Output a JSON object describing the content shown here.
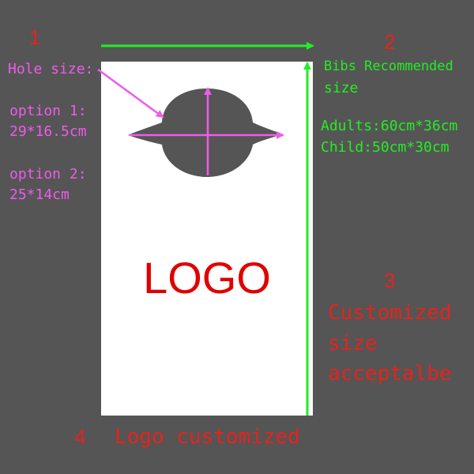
{
  "labels": {
    "n1": "1",
    "n2": "2",
    "n3": "3",
    "n4": "4"
  },
  "hole": {
    "title": "Hole size:",
    "option1_title": "option 1:",
    "option1_value": "29*16.5cm",
    "option2_title": "option 2:",
    "option2_value": "25*14cm"
  },
  "recommended": {
    "line1": "Bibs Recommended",
    "line2": "size",
    "adults": "Adults:60cm*36cm",
    "child": "Child:50cm*30cm"
  },
  "customized": {
    "line1": "Customized",
    "line2": "size",
    "line3": "acceptalbe"
  },
  "logo": {
    "text": "LOGO",
    "caption": "Logo customized"
  },
  "colors": {
    "background": "#555555",
    "bib": "#ffffff",
    "hole": "#555555",
    "arrow_green": "#22ee22",
    "arrow_pink": "#ee5bec",
    "text_red": "#e8221c"
  }
}
